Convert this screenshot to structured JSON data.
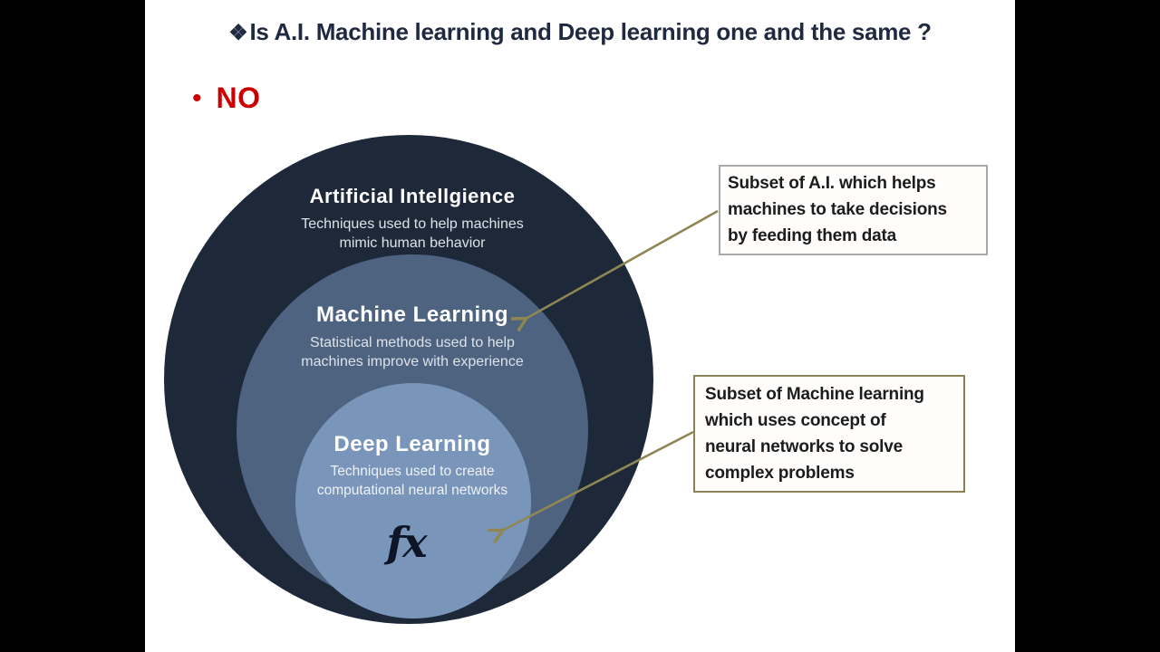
{
  "slide": {
    "title": {
      "bullet_glyph": "❖",
      "text": "Is A.I. Machine learning and Deep learning one and the same ?",
      "color": "#1f2a40"
    },
    "answer": {
      "bullet_glyph": "•",
      "text": "NO",
      "color": "#cc0000"
    },
    "venn": {
      "outer": {
        "title": "Artificial Intellgience",
        "desc_line1": "Techniques used to help machines",
        "desc_line2": "mimic human behavior",
        "fill": "#1d2939"
      },
      "middle": {
        "title": "Machine Learning",
        "desc_line1": "Statistical methods used to help",
        "desc_line2": "machines improve with experience",
        "fill": "#4d6380"
      },
      "inner": {
        "title": "Deep Learning",
        "desc_line1": "Techniques used to create",
        "desc_line2": "computational neural networks",
        "symbol": "fx",
        "fill": "#7996ba"
      }
    },
    "callouts": [
      {
        "lines": [
          "Subset of A.I. which helps",
          "machines to take decisions",
          "by feeding them data"
        ],
        "border_color": "#a9a9a9"
      },
      {
        "lines": [
          "Subset of Machine learning",
          "which uses concept of",
          "neural networks to solve",
          "complex problems"
        ],
        "border_color": "#8a8157"
      }
    ],
    "arrow_color": "#8f8654",
    "letterbox_color": "#000000"
  }
}
